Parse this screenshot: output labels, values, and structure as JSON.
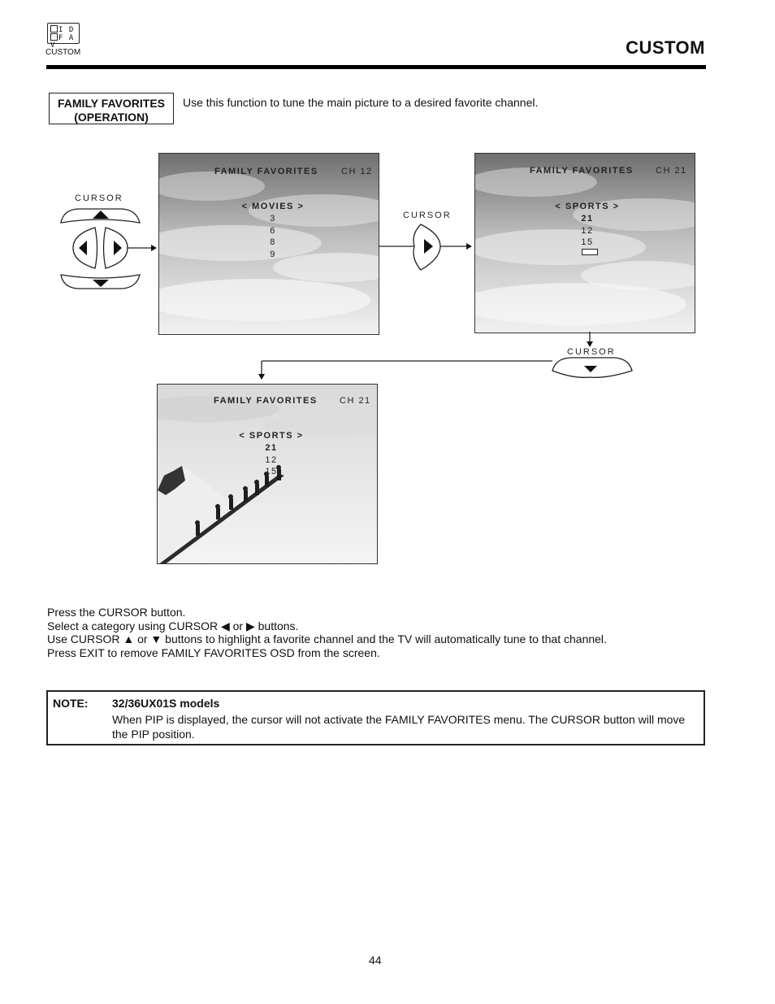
{
  "header": {
    "icon_line1": "I D",
    "icon_line2": "F A V",
    "icon_caption": "CUSTOM",
    "title": "CUSTOM"
  },
  "section": {
    "label_line1": "FAMILY FAVORITES",
    "label_line2": "(OPERATION)",
    "intro": "Use this function to tune the main picture to a desired favorite channel."
  },
  "diagram": {
    "cursor_label": "CURSOR",
    "screens": [
      {
        "title": "FAMILY FAVORITES",
        "channel": "CH 12",
        "category": "< MOVIES >",
        "channels": [
          "3",
          "6",
          "8",
          "9"
        ]
      },
      {
        "title": "FAMILY FAVORITES",
        "channel": "CH 21",
        "category": "< SPORTS >",
        "channels": [
          "21",
          "12",
          "15"
        ]
      },
      {
        "title": "FAMILY FAVORITES",
        "channel": "CH 21",
        "category": "< SPORTS >",
        "channels": [
          "21",
          "12",
          "15"
        ]
      }
    ]
  },
  "steps": [
    "Press the CURSOR button.",
    "Select a category using CURSOR ◀ or ▶ buttons.",
    "Use CURSOR ▲ or ▼ buttons to highlight a favorite channel and the TV will automatically tune to that channel.",
    "Press EXIT to remove FAMILY FAVORITES OSD from the screen."
  ],
  "note": {
    "label": "NOTE:",
    "heading": "32/36UX01S models",
    "body": "When PIP is displayed, the cursor will not activate the FAMILY FAVORITES menu.  The CURSOR button will move the PIP position."
  },
  "page_number": "44"
}
